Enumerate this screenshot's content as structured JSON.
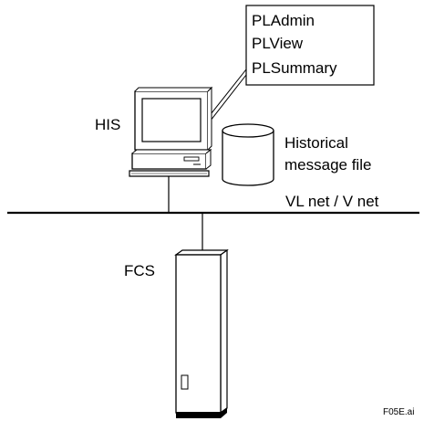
{
  "callout": {
    "lines": [
      "PLAdmin",
      "PLView",
      "PLSummary"
    ]
  },
  "his_label": "HIS",
  "historical_file": {
    "line1": "Historical",
    "line2": "message file"
  },
  "network_label": "VL net / V net",
  "fcs_label": "FCS",
  "figure_id": "F05E.ai"
}
